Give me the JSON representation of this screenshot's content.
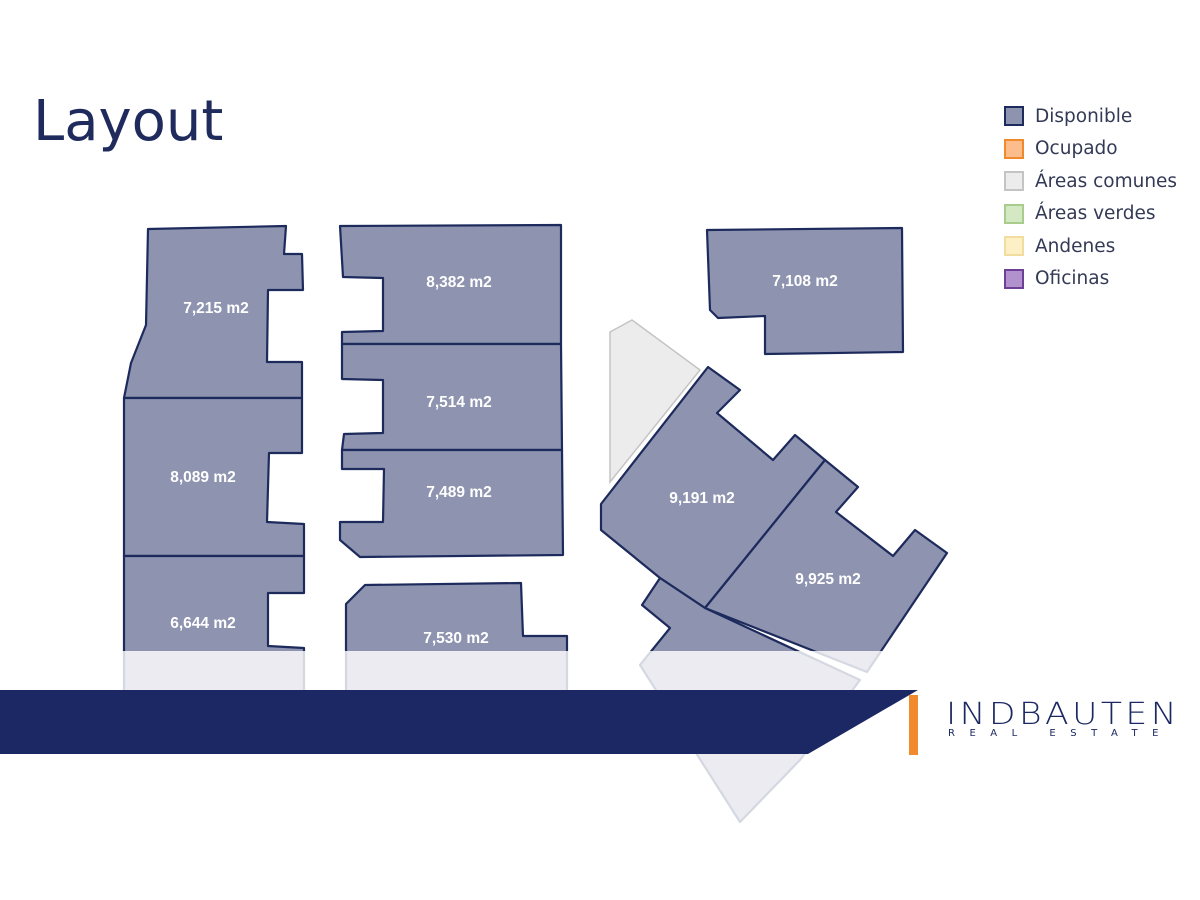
{
  "title": "Layout",
  "legend": [
    {
      "label": "Disponible",
      "fill": "#8e93b0",
      "border": "#1d2a5c"
    },
    {
      "label": "Ocupado",
      "fill": "#fcbc8c",
      "border": "#f08a2c"
    },
    {
      "label": "Áreas comunes",
      "fill": "#ececec",
      "border": "#c4c4c4"
    },
    {
      "label": "Áreas verdes",
      "fill": "#d4e8c4",
      "border": "#a8cc8e"
    },
    {
      "label": "Andenes",
      "fill": "#fdf0c4",
      "border": "#f2dca0"
    },
    {
      "label": "Oficinas",
      "fill": "#b192cc",
      "border": "#6f3f98"
    }
  ],
  "units": [
    {
      "area": "7,215 m2",
      "status": "Disponible"
    },
    {
      "area": "8,089 m2",
      "status": "Disponible"
    },
    {
      "area": "6,644 m2",
      "status": "Disponible"
    },
    {
      "area": "8,382 m2",
      "status": "Disponible"
    },
    {
      "area": "7,514 m2",
      "status": "Disponible"
    },
    {
      "area": "7,489 m2",
      "status": "Disponible"
    },
    {
      "area": "7,530 m2",
      "status": "Disponible"
    },
    {
      "area": "7,108 m2",
      "status": "Disponible"
    },
    {
      "area": "9,191 m2",
      "status": "Disponible"
    },
    {
      "area": "9,925 m2",
      "status": "Disponible"
    }
  ],
  "brand": {
    "name": "INDBAUTEN",
    "tagline": "REAL ESTATE"
  },
  "colors": {
    "accent": "#f08a2c",
    "band": "#1b2863",
    "title": "#1f2b5c"
  }
}
